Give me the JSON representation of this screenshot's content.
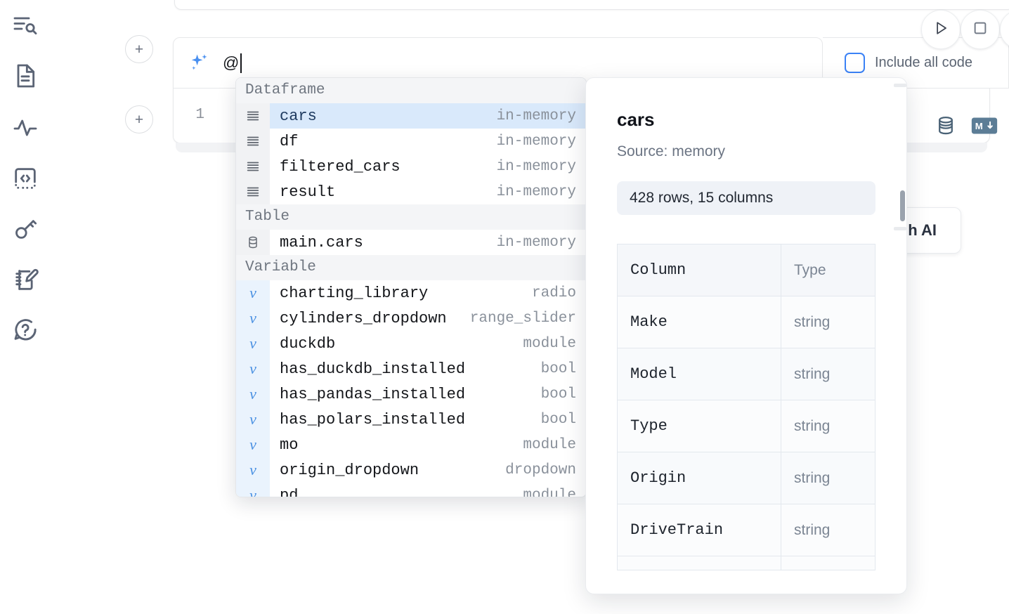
{
  "sidebar": {
    "items": [
      {
        "name": "outline-search-icon",
        "label": "Explore"
      },
      {
        "name": "document-icon",
        "label": "Notebook"
      },
      {
        "name": "activity-icon",
        "label": "Runtime"
      },
      {
        "name": "code-braces-icon",
        "label": "Snippets"
      },
      {
        "name": "key-icon",
        "label": "Secrets"
      },
      {
        "name": "scratchpad-edit-icon",
        "label": "Scratchpad"
      },
      {
        "name": "help-chat-icon",
        "label": "Help"
      }
    ]
  },
  "toolbar": {
    "run_label": "Run",
    "stop_label": "Interrupt",
    "more_label": "More",
    "include_all_code_label": "Include all code",
    "include_all_code_checked": false
  },
  "ai_prompt": {
    "icon": "sparkles-icon",
    "value": "@",
    "placeholder": ""
  },
  "cell": {
    "line_number": "1",
    "add_button_label": "+",
    "actions": [
      {
        "name": "database-icon",
        "label": "SQL cell"
      },
      {
        "name": "markdown-icon",
        "label": "Markdown cell"
      }
    ],
    "ai_generate_label": "h AI"
  },
  "autocomplete": {
    "groups": [
      {
        "section": "Dataframe",
        "items": [
          {
            "icon": "dataframe-icon",
            "name": "cars",
            "type": "in-memory",
            "selected": true
          },
          {
            "icon": "dataframe-icon",
            "name": "df",
            "type": "in-memory",
            "selected": false
          },
          {
            "icon": "dataframe-icon",
            "name": "filtered_cars",
            "type": "in-memory",
            "selected": false
          },
          {
            "icon": "dataframe-icon",
            "name": "result",
            "type": "in-memory",
            "selected": false
          }
        ]
      },
      {
        "section": "Table",
        "items": [
          {
            "icon": "table-db-icon",
            "name": "main.cars",
            "type": "in-memory",
            "selected": false
          }
        ]
      },
      {
        "section": "Variable",
        "items": [
          {
            "icon": "variable-icon",
            "name": "charting_library",
            "type": "radio",
            "selected": false
          },
          {
            "icon": "variable-icon",
            "name": "cylinders_dropdown",
            "type": "range_slider",
            "selected": false
          },
          {
            "icon": "variable-icon",
            "name": "duckdb",
            "type": "module",
            "selected": false
          },
          {
            "icon": "variable-icon",
            "name": "has_duckdb_installed",
            "type": "bool",
            "selected": false
          },
          {
            "icon": "variable-icon",
            "name": "has_pandas_installed",
            "type": "bool",
            "selected": false
          },
          {
            "icon": "variable-icon",
            "name": "has_polars_installed",
            "type": "bool",
            "selected": false
          },
          {
            "icon": "variable-icon",
            "name": "mo",
            "type": "module",
            "selected": false
          },
          {
            "icon": "variable-icon",
            "name": "origin_dropdown",
            "type": "dropdown",
            "selected": false
          },
          {
            "icon": "variable-icon",
            "name": "pd",
            "type": "module",
            "selected": false
          }
        ]
      }
    ]
  },
  "detail": {
    "title": "cars",
    "source": "Source: memory",
    "shape": "428 rows, 15 columns",
    "columns_header": {
      "column": "Column",
      "type": "Type"
    },
    "columns": [
      {
        "column": "Make",
        "type": "string"
      },
      {
        "column": "Model",
        "type": "string"
      },
      {
        "column": "Type",
        "type": "string"
      },
      {
        "column": "Origin",
        "type": "string"
      },
      {
        "column": "DriveTrain",
        "type": "string"
      }
    ]
  },
  "colors": {
    "accent_blue": "#3b82f6",
    "selected_row_bg": "#d9e9fb",
    "section_bg": "#f4f5f7",
    "icon_gray": "#5c636d",
    "muted_text": "#8a919b"
  }
}
